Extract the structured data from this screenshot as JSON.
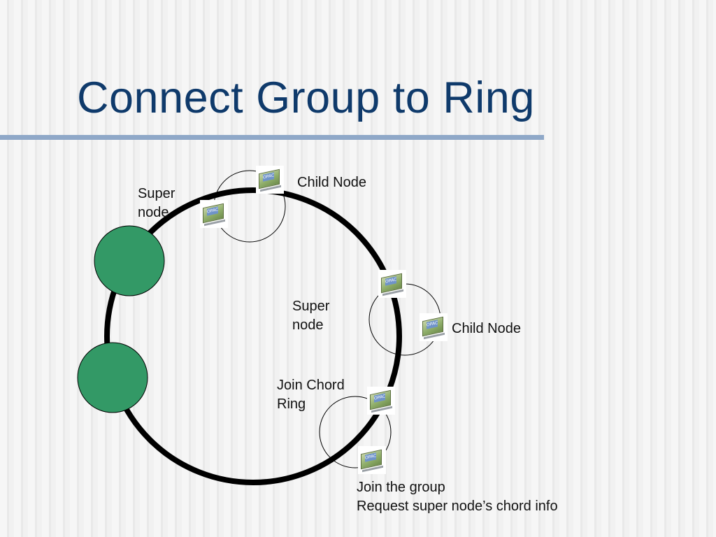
{
  "title": "Connect Group to Ring",
  "labels": {
    "super_node_top": "Super\nnode",
    "child_node_top": "Child Node",
    "super_node_center": "Super\nnode",
    "child_node_right": "Child Node",
    "join_chord_ring": "Join Chord\nRing",
    "join_group": "Join the group\nRequest super node’s chord info"
  },
  "device_label": "OPAC",
  "colors": {
    "title": "#0f3a6b",
    "title_rule": "#8fa8c8",
    "ring": "#000000",
    "super_node_fill": "#339966",
    "super_node_stroke": "#000000"
  },
  "icons": [
    "router-icon"
  ]
}
